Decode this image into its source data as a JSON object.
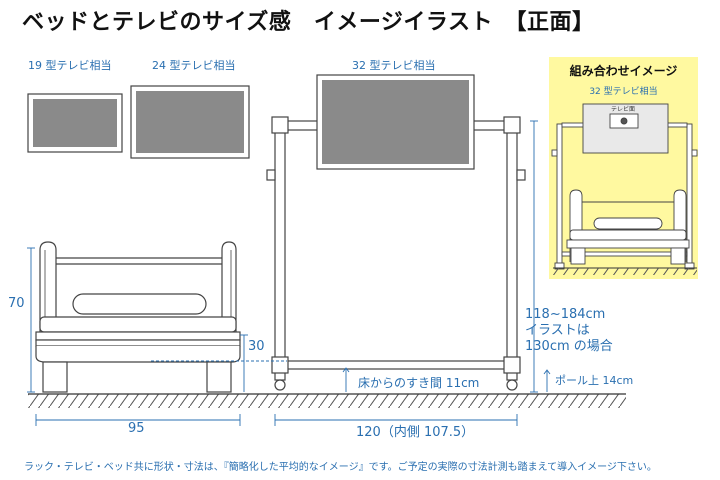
{
  "title": "ベッドとテレビのサイズ感　イメージイラスト　【正面】",
  "tv_labels": {
    "tv19": "19 型テレビ相当",
    "tv24": "24 型テレビ相当",
    "tv32": "32 型テレビ相当"
  },
  "combo": {
    "title": "組み合わせイメージ",
    "subtitle": "32 型テレビ相当",
    "stand_label": "テレビ面"
  },
  "dimensions": {
    "bed_height": "70",
    "bed_deck": "30",
    "bed_width": "95",
    "rack_width": "120（内側 107.5）",
    "rack_height_range": "118~184cm",
    "illustration_line": "イラストは",
    "illustration_value": "130cm の場合",
    "floor_clearance": "床からのすき間 11cm",
    "pole_top": "ポール上 14cm"
  },
  "footer": "ラック・テレビ・ベッド共に形状・寸法は、『簡略化した平均的なイメージ』です。ご予定の実際の寸法計測も踏まえて導入イメージ下さい。",
  "colors": {
    "accent": "#2a6fb0",
    "screen": "#8a8a8a",
    "combo_bg": "#fff9a0",
    "line": "#444444"
  }
}
